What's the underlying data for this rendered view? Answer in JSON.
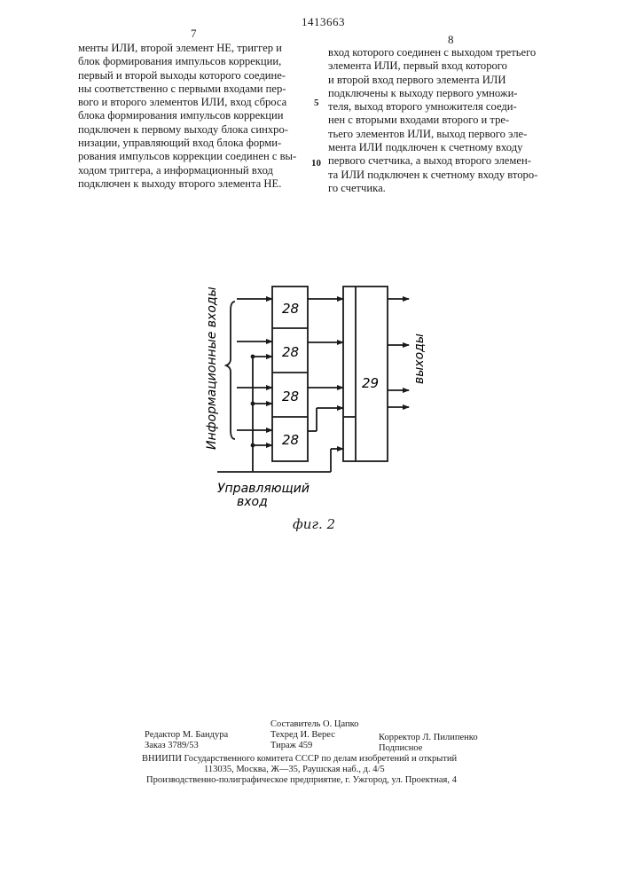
{
  "header": {
    "patent_number": "1413663",
    "page_left": "7",
    "page_right": "8"
  },
  "left_column": {
    "lines": [
      "менты ИЛИ, второй элемент НЕ, триггер и",
      "блок формирования импульсов коррекции,",
      "первый и второй выходы которого соедине-",
      "ны соответственно с первыми входами пер-",
      "вого и второго элементов ИЛИ, вход сброса",
      "блока формирования импульсов коррекции",
      "подключен к первому выходу блока синхро-",
      "низации, управляющий вход блока форми-",
      "рования импульсов коррекции соединен с вы-",
      "ходом триггера, а информационный вход",
      "подключен к выходу второго элемента НЕ."
    ]
  },
  "right_column": {
    "lines": [
      "вход которого соединен с выходом третьего",
      "элемента ИЛИ, первый вход которого",
      "и второй вход первого элемента ИЛИ",
      "подключены к выходу первого умножи-",
      "теля, выход второго умножителя соеди-",
      "нен с вторыми входами второго и тре-",
      "тьего элементов ИЛИ, выход первого эле-",
      "мента ИЛИ подключен к счетному входу",
      "первого счетчика, а выход второго элемен-",
      "та ИЛИ подключен к счетному входу второ-",
      "го счетчика."
    ]
  },
  "line_markers": [
    "5",
    "10"
  ],
  "figure": {
    "block_labels": [
      "28",
      "28",
      "28",
      "28"
    ],
    "main_block_label": "29",
    "inputs_label": "Информационные входы",
    "outputs_label": "выходы",
    "control_label_line1": "Управляющий",
    "control_label_line2": "вход",
    "caption": "фиг. 2"
  },
  "imprint": {
    "editor": "Редактор М. Бандура",
    "compiler": "Составитель О. Цапко",
    "order": "Заказ 3789/53",
    "techred": "Техред И. Верес",
    "corrector": "Корректор Л. Пилипенко",
    "circulation": "Тираж 459",
    "subscription": "Подписное",
    "vniipi": "ВНИИПИ Государственного комитета СССР по делам изобретений и открытий",
    "address": "113035, Москва, Ж—35, Раушская наб., д. 4/5",
    "printing": "Производственно-полиграфическое предприятие, г. Ужгород, ул. Проектная, 4"
  }
}
